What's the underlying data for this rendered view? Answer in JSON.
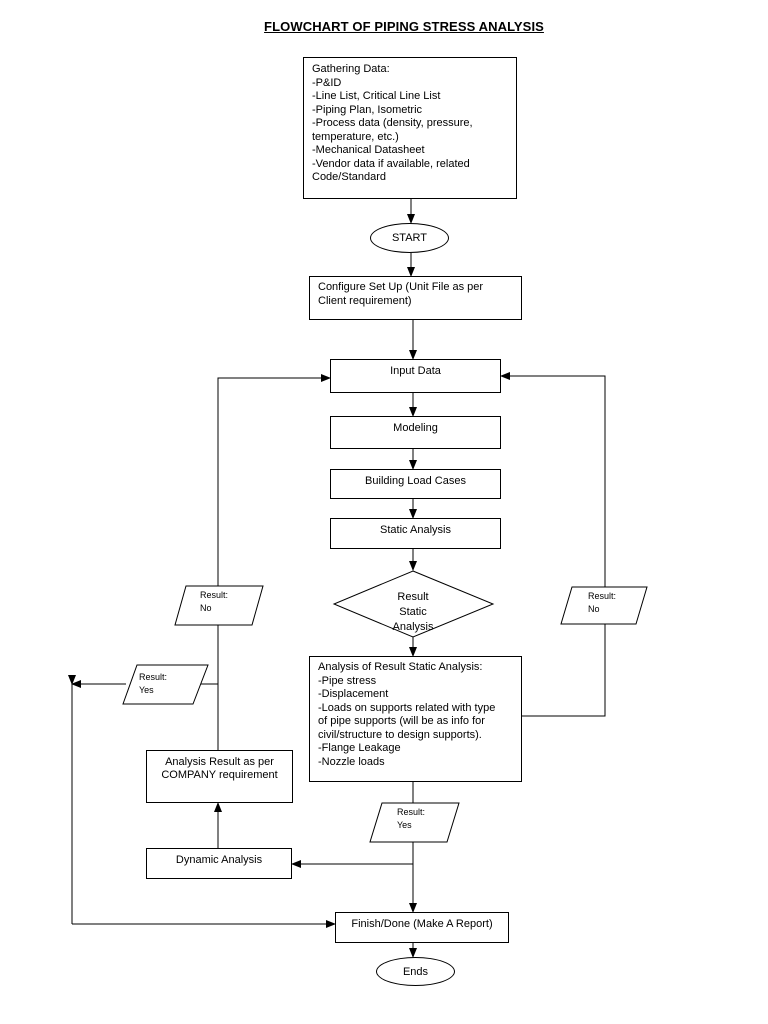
{
  "title": "FLOWCHART OF PIPING STRESS ANALYSIS",
  "nodes": {
    "gathering": {
      "lines": [
        "Gathering Data:",
        "-P&ID",
        "-Line List, Critical Line List",
        "-Piping Plan, Isometric",
        "-Process data (density, pressure,",
        "temperature, etc.)",
        "-Mechanical Datasheet",
        "-Vendor data if available, related",
        "Code/Standard"
      ]
    },
    "start": "START",
    "configure": "Configure Set Up (Unit File as per Client requirement)",
    "input_data": "Input Data",
    "modeling": "Modeling",
    "load_cases": "Building Load Cases",
    "static_analysis": "Static Analysis",
    "decision": [
      "Result",
      "Static",
      "Analysis"
    ],
    "analysis_result": {
      "lines": [
        "Analysis of Result Static Analysis:",
        "-Pipe stress",
        "-Displacement",
        "-Loads on supports related with type",
        "of pipe supports (will be as info for",
        "civil/structure to design supports).",
        "-Flange Leakage",
        "-Nozzle loads"
      ]
    },
    "company_result": "Analysis Result as per COMPANY requirement",
    "dynamic": "Dynamic Analysis",
    "finish": "Finish/Done (Make A Report)",
    "ends": "Ends",
    "result_no_left": [
      "Result:",
      "No"
    ],
    "result_no_right": [
      "Result:",
      "No"
    ],
    "result_yes_left": [
      "Result:",
      "Yes"
    ],
    "result_yes_bottom": [
      "Result:",
      "Yes"
    ]
  }
}
